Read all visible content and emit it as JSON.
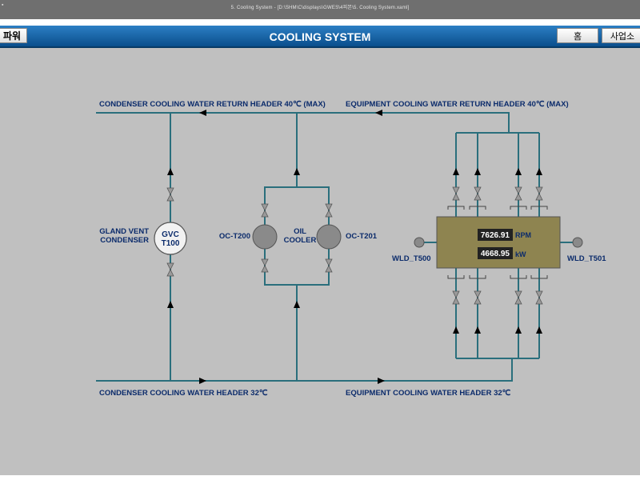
{
  "window": {
    "title": "5. Cooling System - [D:\\SHM\\C\\displays\\GWES\\4피본\\5. Cooling System.xaml]"
  },
  "header": {
    "title": "COOLING SYSTEM",
    "left_button": "파워",
    "home_button": "홈",
    "right_button": "사업소"
  },
  "headers": {
    "condenser_return": "CONDENSER COOLING WATER RETURN HEADER 40℃ (MAX)",
    "equipment_return": "EQUIPMENT COOLING WATER RETURN HEADER  40℃ (MAX)",
    "condenser_supply": "CONDENSER COOLING WATER HEADER 32℃",
    "equipment_supply": "EQUIPMENT COOLING WATER HEADER 32℃"
  },
  "equipment": {
    "gland_vent_label_1": "GLAND VENT",
    "gland_vent_label_2": "CONDENSER",
    "gvc_line1": "GVC",
    "gvc_line2": "T100",
    "oc_t200": "OC-T200",
    "oc_t201": "OC-T201",
    "oil_cooler_1": "OIL",
    "oil_cooler_2": "COOLER",
    "wld_t500": "WLD_T500",
    "wld_t501": "WLD_T501"
  },
  "readouts": {
    "rpm_value": "7626.91",
    "rpm_unit": "RPM",
    "kw_value": "4668.95",
    "kw_unit": "kW"
  },
  "colors": {
    "pipe": "#2a6f7c",
    "label": "#0b2b6b",
    "device": "#8e8450",
    "pump": "#8a8a8a"
  }
}
